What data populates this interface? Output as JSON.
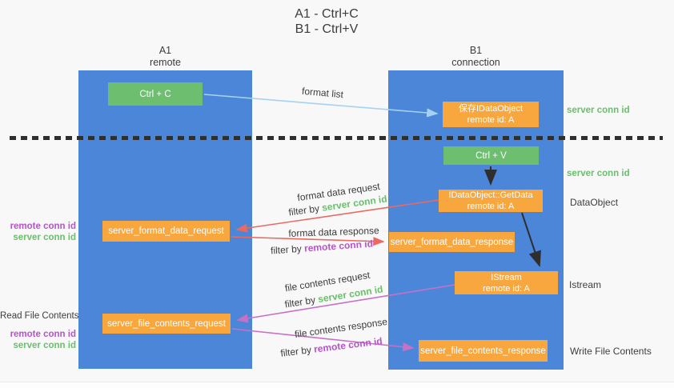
{
  "title": {
    "line1": "A1 - Ctrl+C",
    "line2": "B1 - Ctrl+V"
  },
  "columns": {
    "a1": {
      "title": "A1",
      "subtitle": "remote"
    },
    "b1": {
      "title": "B1",
      "subtitle": "connection"
    }
  },
  "nodes": {
    "ctrl_c": {
      "label": "Ctrl + C"
    },
    "save_dataobject": {
      "line1": "保存IDataObject",
      "line2": "remote id: A"
    },
    "ctrl_v": {
      "label": "Ctrl + V"
    },
    "getdata": {
      "line1": "IDataObject::GetData",
      "line2": "remote id: A"
    },
    "format_request": {
      "label": "server_format_data_request"
    },
    "format_response": {
      "label": "server_format_data_response"
    },
    "istream": {
      "line1": "IStream",
      "line2": "remote id: A"
    },
    "file_request": {
      "label": "server_file_contents_request"
    },
    "file_response": {
      "label": "server_file_contents_response"
    }
  },
  "flow_labels": {
    "format_list": "format list",
    "format_data_request": "format data request",
    "format_data_response": "format data response",
    "file_contents_request": "file contents request",
    "file_contents_response": "file contents response",
    "filter_by": "filter by",
    "server_conn_id": "server conn id",
    "remote_conn_id": "remote conn id"
  },
  "side_labels": {
    "left": {
      "remote_conn_id_1": "remote conn id",
      "server_conn_id_1": "server conn id",
      "read_file_contents": "Read File Contents",
      "remote_conn_id_2": "remote conn id",
      "server_conn_id_2": "server conn id"
    },
    "right": {
      "server_conn_id_1": "server conn id",
      "server_conn_id_2": "server conn id",
      "dataobject": "DataObject",
      "istream": "Istream",
      "write_file_contents": "Write File Contents"
    }
  },
  "colors": {
    "lane_blue": "#4c86d9",
    "box_green": "#6ebe70",
    "box_orange": "#f8a73e",
    "text_green": "#6abf6b",
    "text_purple": "#b455c8",
    "arrow_light_blue": "#a6d2f2",
    "arrow_red": "#e96a62",
    "arrow_purple": "#c671c6",
    "arrow_black": "#2e2e2e",
    "background": "#f8f8f8"
  }
}
